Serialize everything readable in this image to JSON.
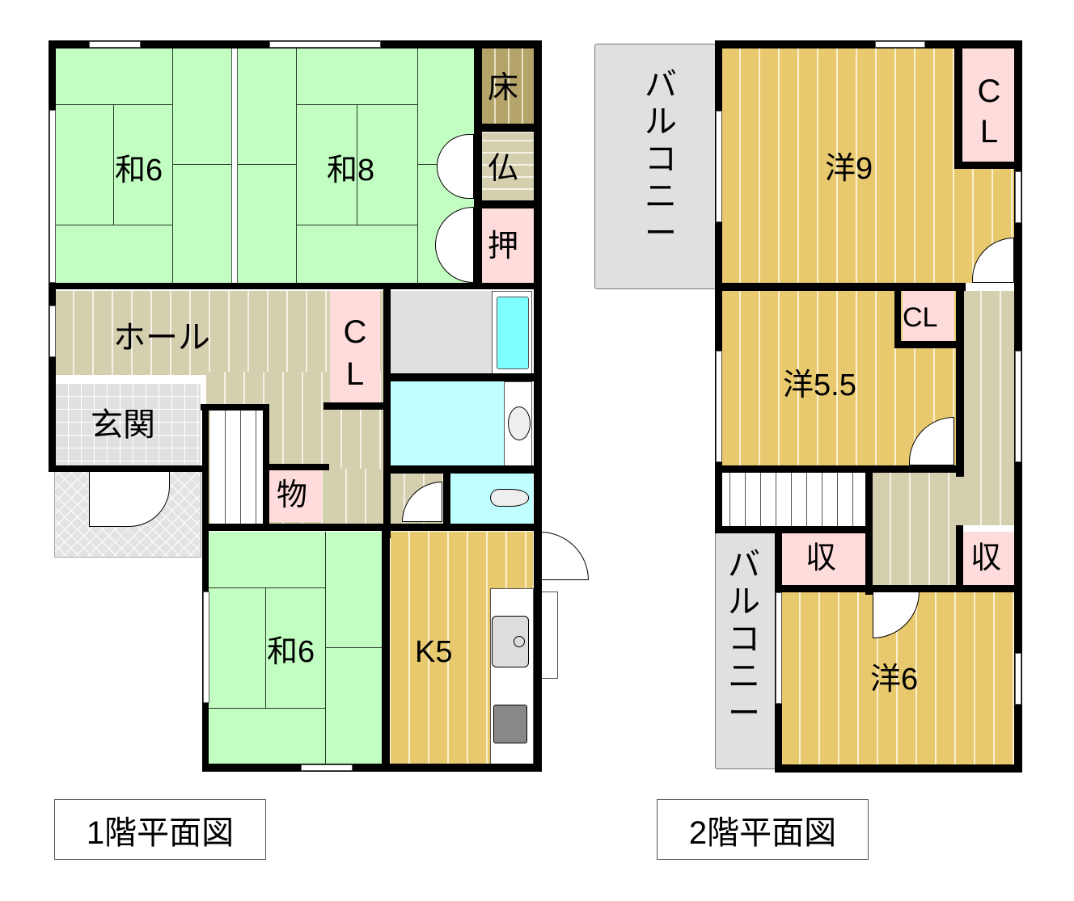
{
  "floor1": {
    "title": "1階平面図",
    "rooms": {
      "washitsu6_top": "和6",
      "washitsu8": "和8",
      "tokonoma": "床",
      "butsudan": "仏",
      "oshiire": "押",
      "hall": "ホール",
      "closet_c": "C",
      "closet_l": "L",
      "genkan": "玄関",
      "storage": "物",
      "washitsu6_bottom": "和6",
      "kitchen": "K5"
    }
  },
  "floor2": {
    "title": "2階平面図",
    "rooms": {
      "balcony_top": [
        "バ",
        "ル",
        "コ",
        "ニ",
        "ー"
      ],
      "youshitsu9": "洋9",
      "closet9_c": "C",
      "closet9_l": "L",
      "youshitsu55": "洋5.5",
      "closet55": "CL",
      "storage_left": "収",
      "storage_right": "収",
      "balcony_bottom": [
        "バ",
        "ル",
        "コ",
        "ニ",
        "ー"
      ],
      "youshitsu6": "洋6"
    }
  },
  "colors": {
    "tatami": "#c2fdc1",
    "wood_floor": "#e8c96e",
    "hall_floor": "#d4cfae",
    "closet": "#ffdcdc",
    "bath": "#bfffff",
    "wall": "#000000"
  }
}
